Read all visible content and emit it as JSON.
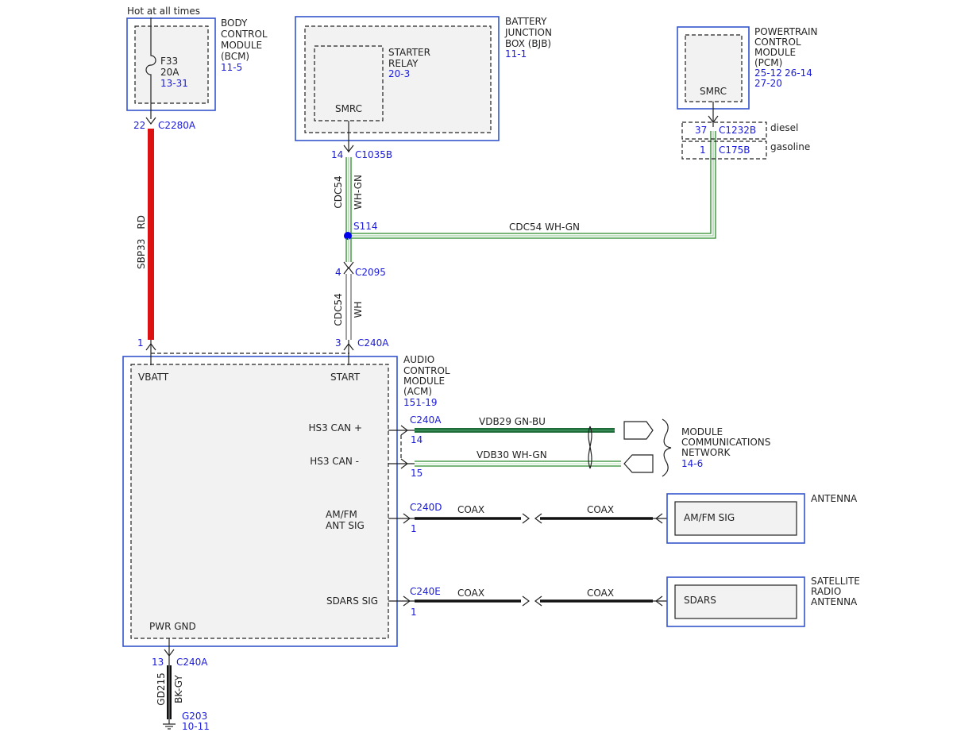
{
  "colors": {
    "module_border": "#3355cc",
    "connector_text": "#1a1adb",
    "wire_red": "#dd1111",
    "wire_green": "#2a8a2a",
    "wire_dark_green": "#1f6b3a",
    "splice": "#0000ee"
  },
  "bcm": {
    "hot_label": "Hot at all times",
    "title": [
      "BODY",
      "CONTROL",
      "MODULE",
      "(BCM)"
    ],
    "ref": "11-5",
    "fuse_name": "F33",
    "fuse_amps": "20A",
    "fuse_ref": "13-31",
    "pin": "22",
    "connector": "C2280A"
  },
  "bjb": {
    "title": [
      "BATTERY",
      "JUNCTION",
      "BOX (BJB)"
    ],
    "ref": "11-1",
    "relay_title": [
      "STARTER",
      "RELAY"
    ],
    "relay_ref": "20-3",
    "pin_label": "SMRC",
    "pin": "14",
    "connector": "C1035B"
  },
  "pcm": {
    "title": [
      "POWERTRAIN",
      "CONTROL",
      "MODULE",
      "(PCM)"
    ],
    "refs": [
      "25-12",
      "26-14",
      "27-20"
    ],
    "pin_label": "SMRC",
    "variants": [
      {
        "pin": "37",
        "connector": "C1232B",
        "label": "diesel"
      },
      {
        "pin": "1",
        "connector": "C175B",
        "label": "gasoline"
      }
    ]
  },
  "wires": {
    "sbp33": {
      "circuit": "SBP33",
      "color": "RD"
    },
    "cdc54_upper": {
      "circuit": "CDC54",
      "color": "WH-GN"
    },
    "cdc54_horizontal": "CDC54  WH-GN",
    "cdc54_lower": {
      "circuit": "CDC54",
      "color": "WH"
    },
    "vdb29": "VDB29  GN-BU",
    "vdb30": "VDB30  WH-GN",
    "gd215": {
      "circuit": "GD215",
      "color": "BK-GY"
    },
    "coax": "COAX"
  },
  "splice": "S114",
  "c2095": {
    "pin": "4",
    "connector": "C2095"
  },
  "acm": {
    "title": [
      "AUDIO",
      "CONTROL",
      "MODULE",
      "(ACM)"
    ],
    "ref": "151-19",
    "vbatt": {
      "label": "VBATT",
      "pin": "1"
    },
    "start": {
      "label": "START",
      "pin": "3",
      "connector": "C240A"
    },
    "hs3_can_plus": {
      "label": "HS3 CAN +",
      "pin": "14",
      "connector": "C240A"
    },
    "hs3_can_minus": {
      "label": "HS3 CAN -",
      "pin": "15"
    },
    "amfm": {
      "label": [
        "AM/FM",
        "ANT SIG"
      ],
      "pin": "1",
      "connector": "C240D"
    },
    "sdars": {
      "label": "SDARS SIG",
      "pin": "1",
      "connector": "C240E"
    },
    "pwr_gnd": {
      "label": "PWR GND",
      "pin": "13",
      "connector": "C240A"
    }
  },
  "network": {
    "title": [
      "MODULE",
      "COMMUNICATIONS",
      "NETWORK"
    ],
    "ref": "14-6"
  },
  "antenna": {
    "title": "ANTENNA",
    "inner": "AM/FM SIG"
  },
  "sat_antenna": {
    "title": [
      "SATELLITE",
      "RADIO",
      "ANTENNA"
    ],
    "inner": "SDARS"
  },
  "ground": {
    "name": "G203",
    "ref": "10-11"
  }
}
